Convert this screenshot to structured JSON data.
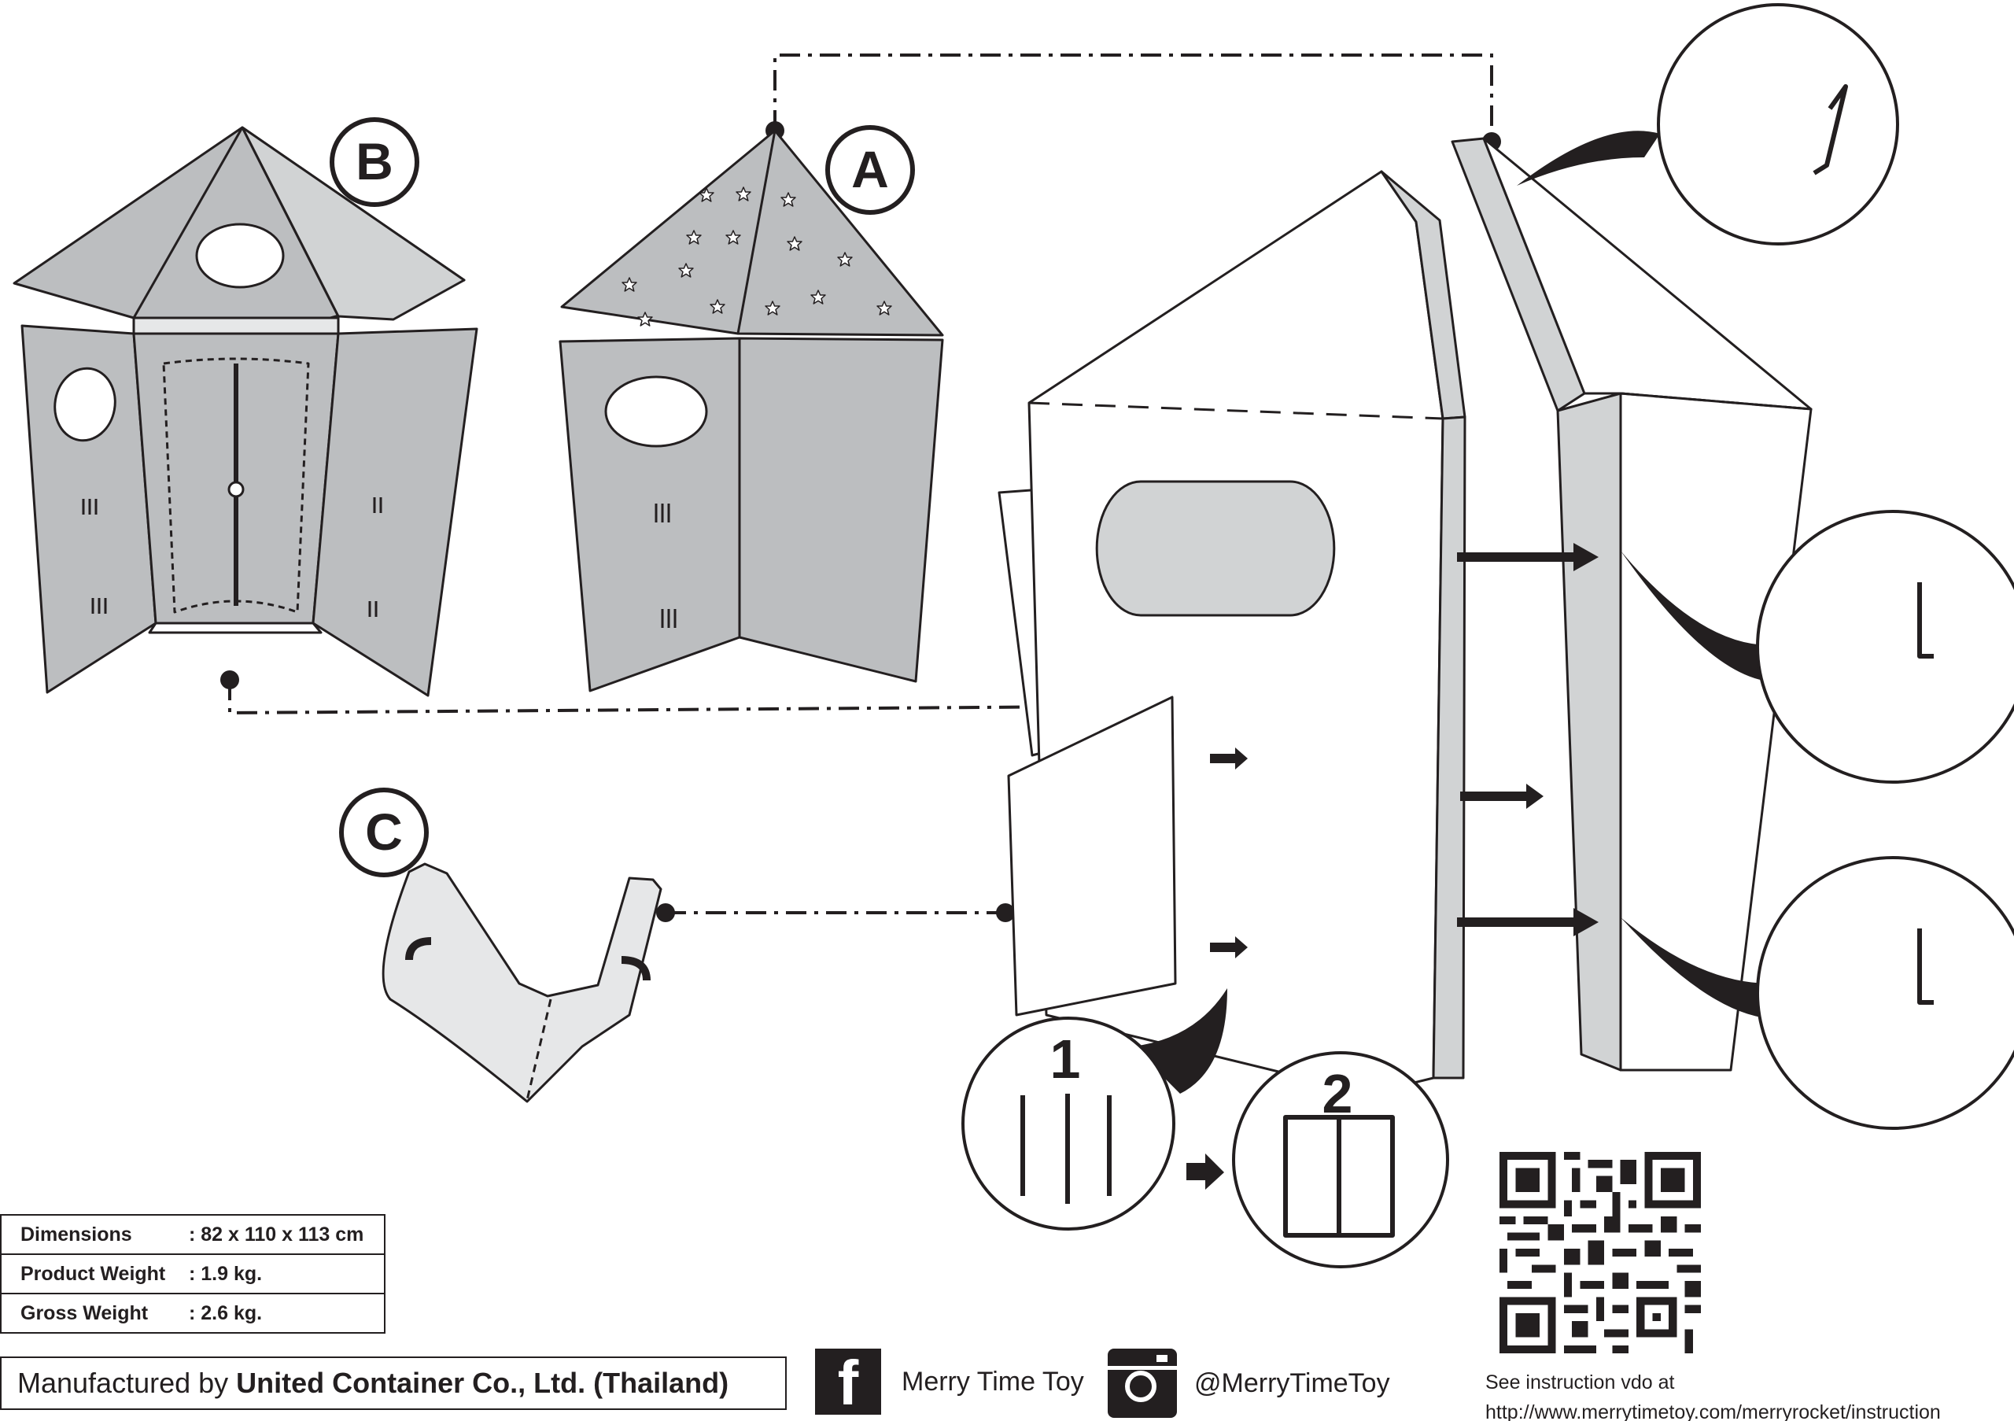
{
  "panel_labels": {
    "a": "A",
    "b": "B",
    "c": "C"
  },
  "steps": {
    "one": "1",
    "two": "2"
  },
  "specs": [
    {
      "label": "Dimensions",
      "value": ": 82 x 110 x 113 cm"
    },
    {
      "label": "Product Weight",
      "value": ": 1.9 kg."
    },
    {
      "label": "Gross Weight",
      "value": ": 2.6 kg."
    }
  ],
  "manufacturer": {
    "prefix": "Manufactured by",
    "company": "United Container Co., Ltd. (Thailand)"
  },
  "social": {
    "facebook": {
      "icon": "facebook-icon",
      "text": "Merry Time Toy"
    },
    "instagram": {
      "icon": "instagram-icon",
      "text": "@MerryTimeToy"
    }
  },
  "instruction": {
    "line1": "See instruction vdo at",
    "url": "http://www.merrytimetoy.com/merryrocket/instruction"
  },
  "colors": {
    "ink": "#231f20",
    "gray": "#bcbec0",
    "light_gray": "#d1d3d4"
  }
}
